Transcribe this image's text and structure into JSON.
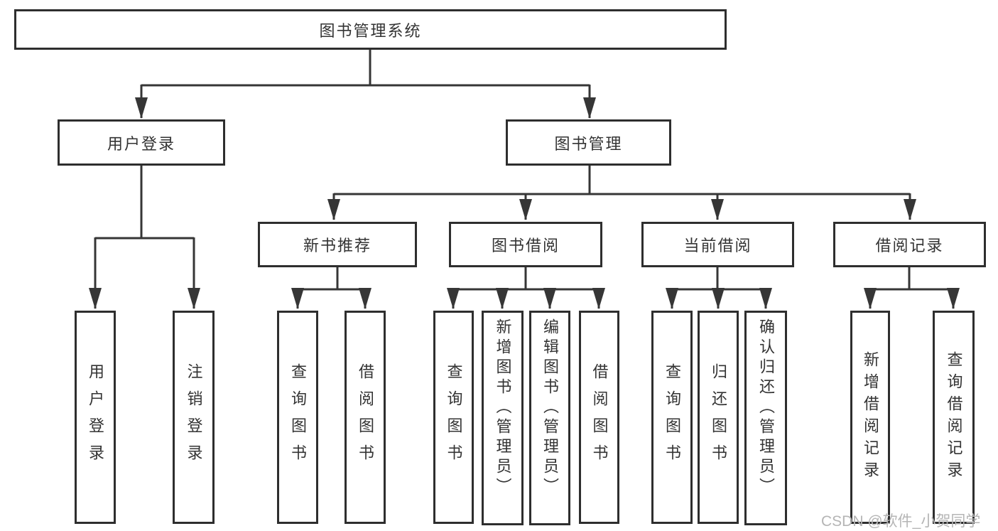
{
  "tree": {
    "label": "图书管理系统",
    "children": [
      {
        "label": "用户登录",
        "children": [
          {
            "label": "用户登录"
          },
          {
            "label": "注销登录"
          }
        ]
      },
      {
        "label": "图书管理",
        "children": [
          {
            "label": "新书推荐",
            "children": [
              {
                "label": "查询图书"
              },
              {
                "label": "借阅图书"
              }
            ]
          },
          {
            "label": "图书借阅",
            "children": [
              {
                "label": "查询图书"
              },
              {
                "label": "新增图书（管理员）"
              },
              {
                "label": "编辑图书（管理员）"
              },
              {
                "label": "借阅图书"
              }
            ]
          },
          {
            "label": "当前借阅",
            "children": [
              {
                "label": "查询图书"
              },
              {
                "label": "归还图书"
              },
              {
                "label": "确认归还（管理员）"
              }
            ]
          },
          {
            "label": "借阅记录",
            "children": [
              {
                "label": "新增借阅记录"
              },
              {
                "label": "查询借阅记录"
              }
            ]
          }
        ]
      }
    ]
  },
  "watermark": {
    "text": "CSDN @软件_小贺同学"
  },
  "colors": {
    "line": "#363636",
    "border": "#2e2e2e",
    "text": "#333333",
    "watermark": "#b5b5b5",
    "background": "#ffffff"
  }
}
